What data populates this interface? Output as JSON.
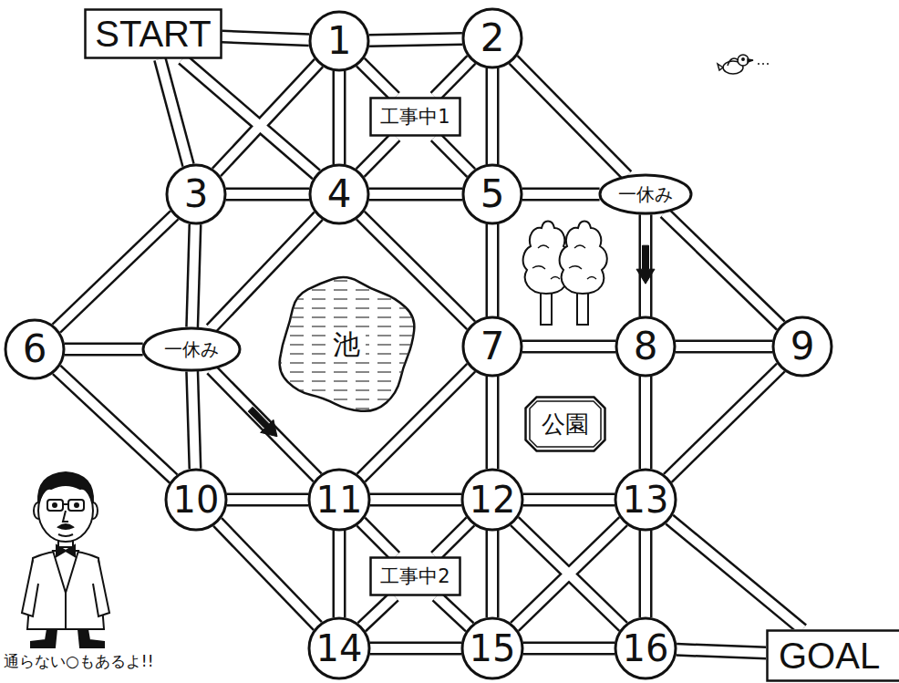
{
  "diagram": {
    "nodes": [
      {
        "text": [
          "START"
        ]
      },
      {
        "text": [
          "1"
        ]
      },
      {
        "text": [
          "2"
        ]
      },
      {
        "text": [
          "工事中1"
        ]
      },
      {
        "text": [
          "3"
        ]
      },
      {
        "text": [
          "4"
        ]
      },
      {
        "text": [
          "5"
        ]
      },
      {
        "text": [
          "一休み"
        ]
      },
      {
        "text": [
          "6"
        ]
      },
      {
        "text": [
          "一休み"
        ]
      },
      {
        "text": [
          "池"
        ]
      },
      {
        "text": [
          "7"
        ]
      },
      {
        "text": [
          "8"
        ]
      },
      {
        "text": [
          "9"
        ]
      },
      {
        "text": [
          "公園"
        ]
      },
      {
        "text": [
          "10"
        ]
      },
      {
        "text": [
          "11"
        ]
      },
      {
        "text": [
          "12"
        ]
      },
      {
        "text": [
          "13"
        ]
      },
      {
        "text": [
          "工事中2"
        ]
      },
      {
        "text": [
          "14"
        ]
      },
      {
        "text": [
          "15"
        ]
      },
      {
        "text": [
          "16"
        ]
      },
      {
        "text": [
          "GOAL"
        ]
      }
    ],
    "edges": [
      {
        "from": 0,
        "to": 1,
        "arrow": "none"
      },
      {
        "from": 1,
        "to": 2,
        "arrow": "none"
      },
      {
        "from": 0,
        "to": 4,
        "arrow": "none"
      },
      {
        "from": 0,
        "to": 5,
        "arrow": "none"
      },
      {
        "from": 1,
        "to": 4,
        "arrow": "none"
      },
      {
        "from": 1,
        "to": 5,
        "arrow": "none"
      },
      {
        "from": 1,
        "to": 3,
        "arrow": "none"
      },
      {
        "from": 2,
        "to": 3,
        "arrow": "none"
      },
      {
        "from": 3,
        "to": 5,
        "arrow": "none"
      },
      {
        "from": 3,
        "to": 6,
        "arrow": "none"
      },
      {
        "from": 2,
        "to": 6,
        "arrow": "none"
      },
      {
        "from": 2,
        "to": 7,
        "arrow": "none"
      },
      {
        "from": 4,
        "to": 5,
        "arrow": "none"
      },
      {
        "from": 5,
        "to": 6,
        "arrow": "none"
      },
      {
        "from": 6,
        "to": 7,
        "arrow": "none"
      },
      {
        "from": 4,
        "to": 9,
        "arrow": "none"
      },
      {
        "from": 8,
        "to": 4,
        "arrow": "none"
      },
      {
        "from": 5,
        "to": 9,
        "arrow": "none"
      },
      {
        "from": 5,
        "to": 11,
        "arrow": "none"
      },
      {
        "from": 6,
        "to": 11,
        "arrow": "none"
      },
      {
        "from": 7,
        "to": 12,
        "arrow": "to"
      },
      {
        "from": 7,
        "to": 13,
        "arrow": "none"
      },
      {
        "from": 11,
        "to": 12,
        "arrow": "none"
      },
      {
        "from": 12,
        "to": 13,
        "arrow": "none"
      },
      {
        "from": 8,
        "to": 9,
        "arrow": "none"
      },
      {
        "from": 8,
        "to": 15,
        "arrow": "none"
      },
      {
        "from": 9,
        "to": 15,
        "arrow": "none"
      },
      {
        "from": 9,
        "to": 16,
        "arrow": "to"
      },
      {
        "from": 11,
        "to": 16,
        "arrow": "none"
      },
      {
        "from": 11,
        "to": 17,
        "arrow": "none"
      },
      {
        "from": 12,
        "to": 18,
        "arrow": "none"
      },
      {
        "from": 13,
        "to": 18,
        "arrow": "none"
      },
      {
        "from": 18,
        "to": 23,
        "arrow": "none"
      },
      {
        "from": 15,
        "to": 16,
        "arrow": "none"
      },
      {
        "from": 16,
        "to": 17,
        "arrow": "none"
      },
      {
        "from": 17,
        "to": 18,
        "arrow": "none"
      },
      {
        "from": 15,
        "to": 20,
        "arrow": "none"
      },
      {
        "from": 16,
        "to": 20,
        "arrow": "none"
      },
      {
        "from": 16,
        "to": 19,
        "arrow": "none"
      },
      {
        "from": 17,
        "to": 19,
        "arrow": "none"
      },
      {
        "from": 19,
        "to": 20,
        "arrow": "none"
      },
      {
        "from": 19,
        "to": 21,
        "arrow": "none"
      },
      {
        "from": 17,
        "to": 21,
        "arrow": "none"
      },
      {
        "from": 17,
        "to": 22,
        "arrow": "none"
      },
      {
        "from": 18,
        "to": 21,
        "arrow": "none"
      },
      {
        "from": 18,
        "to": 22,
        "arrow": "none"
      },
      {
        "from": 20,
        "to": 21,
        "arrow": "none"
      },
      {
        "from": 21,
        "to": 22,
        "arrow": "none"
      },
      {
        "from": 22,
        "to": 23,
        "arrow": "none"
      }
    ],
    "labels": [
      "通らない○もあるよ!!"
    ]
  }
}
